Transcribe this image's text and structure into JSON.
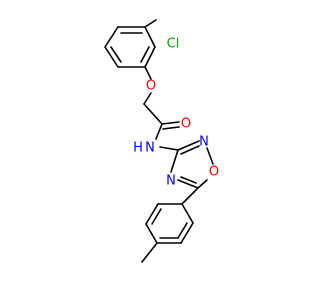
{
  "molecule": {
    "colors": {
      "bond": "#000000",
      "carbon": "#000000",
      "oxygen": "#ff0000",
      "nitrogen": "#0000ff",
      "chlorine": "#00aa00"
    },
    "labels": {
      "cl": "Cl",
      "o_ether": "O",
      "o_carbonyl": "O",
      "n_amide": "N",
      "h_amide": "H",
      "n_ring_top": "N",
      "n_ring_left": "N",
      "o_ring": "O"
    }
  }
}
